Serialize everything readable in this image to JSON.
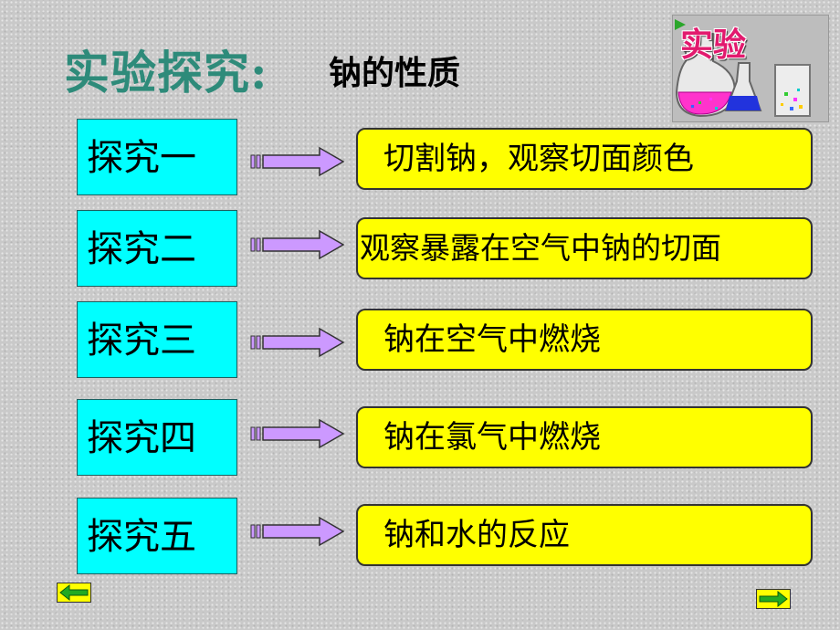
{
  "title": {
    "main": "实验探究:",
    "sub": "钠的性质"
  },
  "badge": {
    "label": "实验",
    "icon": "lab-flasks-icon"
  },
  "rows": [
    {
      "label": "探究一",
      "desc": "切割钠，观察切面颜色"
    },
    {
      "label": "探究二",
      "desc": "观察暴露在空气中钠的切面"
    },
    {
      "label": "探究三",
      "desc": "钠在空气中燃烧"
    },
    {
      "label": "探究四",
      "desc": "钠在氯气中燃烧"
    },
    {
      "label": "探究五",
      "desc": "钠和水的反应"
    }
  ],
  "nav": {
    "prev_icon": "arrow-left-icon",
    "next_icon": "arrow-right-icon"
  },
  "colors": {
    "title": "#2e8b7a",
    "label_bg": "#00ffff",
    "desc_bg": "#ffff00",
    "arrow": "#cc99ff",
    "nav_green": "#22aa22",
    "nav_yellow": "#ffff00"
  }
}
